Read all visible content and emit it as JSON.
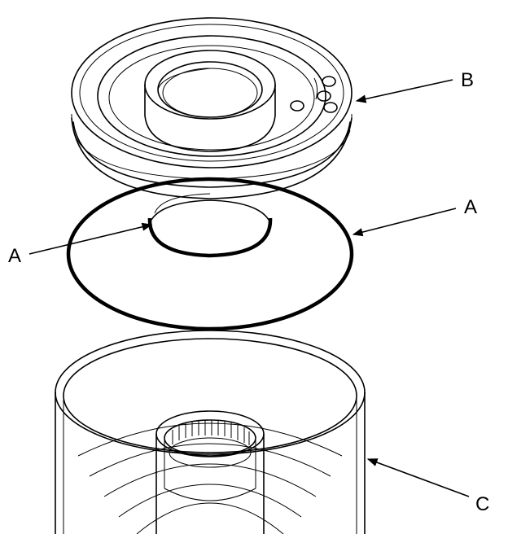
{
  "diagram": {
    "labels": {
      "piston": "B",
      "o_ring_outer": "A",
      "o_ring_inner": "A",
      "drum": "C"
    }
  },
  "colors": {
    "line": "#000000",
    "background": "#ffffff"
  }
}
